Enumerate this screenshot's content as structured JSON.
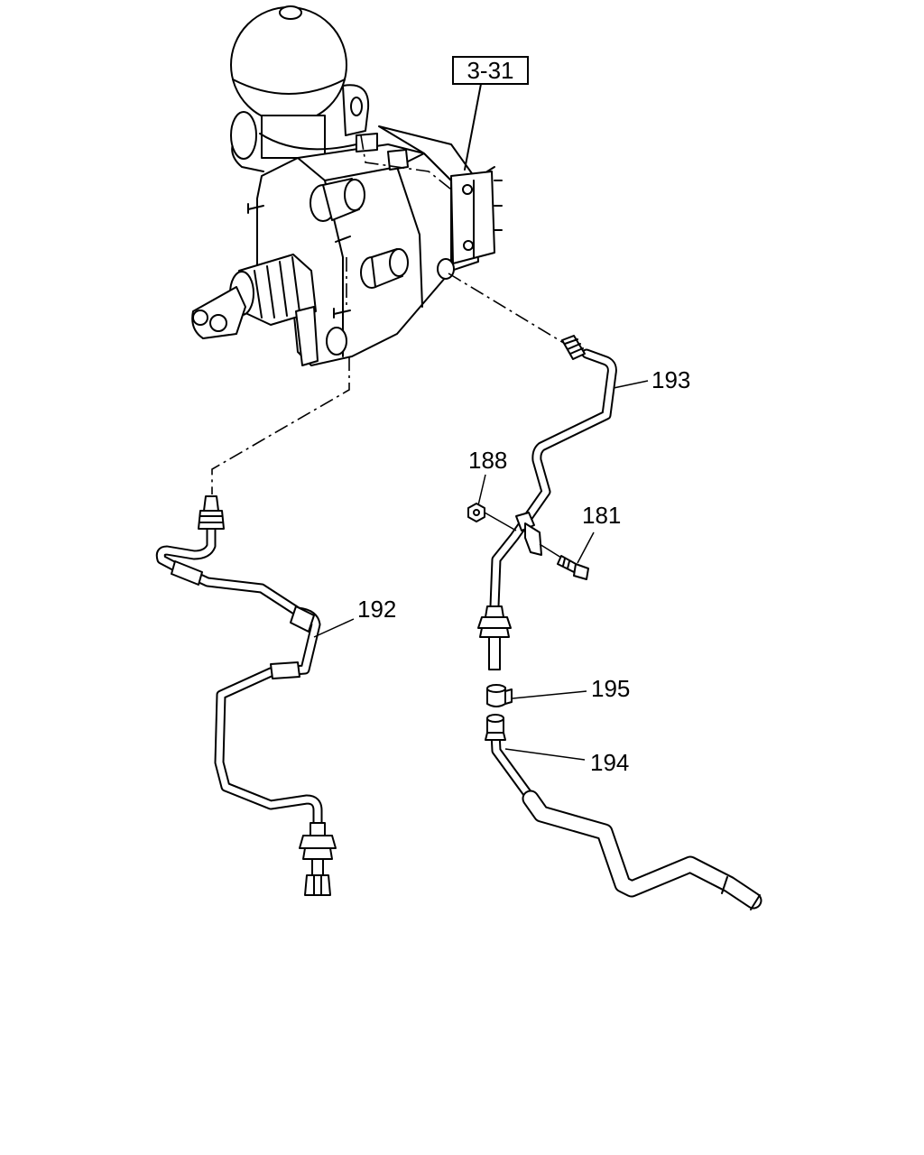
{
  "reference_box": "3-31",
  "callouts": [
    {
      "id": "193",
      "text": "193"
    },
    {
      "id": "188",
      "text": "188"
    },
    {
      "id": "181",
      "text": "181"
    },
    {
      "id": "192",
      "text": "192"
    },
    {
      "id": "195",
      "text": "195"
    },
    {
      "id": "194",
      "text": "194"
    }
  ]
}
